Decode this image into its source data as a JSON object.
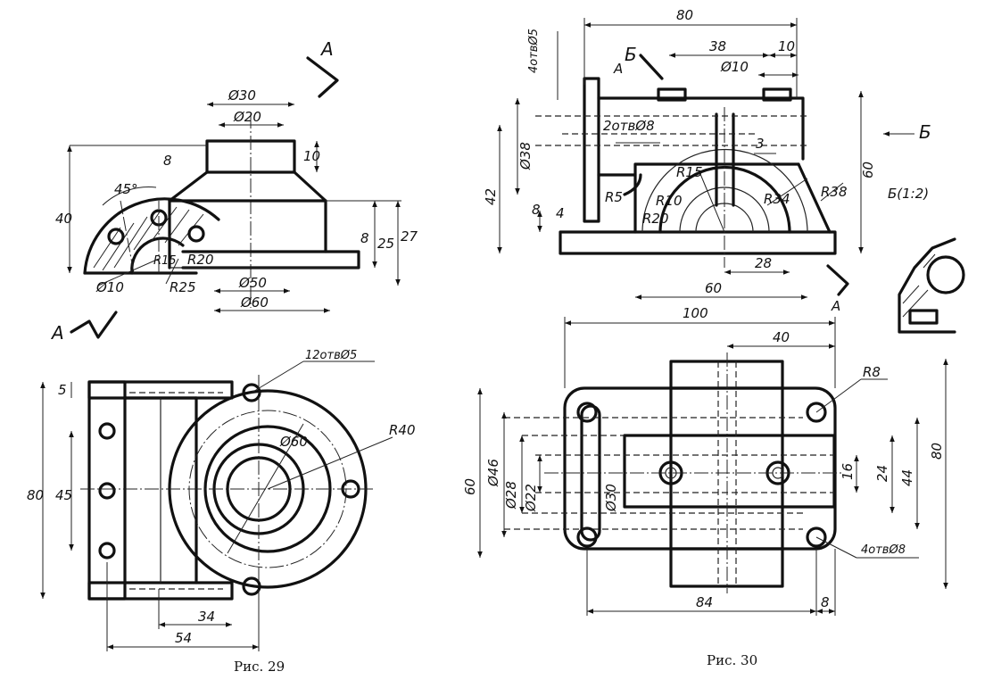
{
  "fig29": {
    "caption": "Рис. 29",
    "section_marks": {
      "top": "А",
      "mid": "А"
    },
    "front_view_dims": {
      "d_outer_top": "Ø30",
      "d_inner_top": "Ø20",
      "boss_h": "8",
      "h_10": "10",
      "total_h": "40",
      "angle": "45°",
      "d_hole": "Ø10",
      "r_25": "R25",
      "r_20": "R20",
      "r_15": "R15",
      "base_8": "8",
      "h_25": "25",
      "h_27": "27",
      "d_50": "Ø50",
      "d_60": "Ø60"
    },
    "plan_view_dims": {
      "holes": "12отвØ5",
      "r_40": "R40",
      "d_60": "Ø60",
      "w_80": "80",
      "w_45": "45",
      "w_5": "5",
      "l_34": "34",
      "l_54": "54"
    }
  },
  "fig30": {
    "caption": "Рис. 30",
    "section_marks": {
      "b_top": "Б",
      "a_top": "А",
      "b_side": "Б",
      "a_bottom": "А",
      "view_b": "Б(1:2)"
    },
    "front_view_dims": {
      "len_80": "80",
      "len_38": "38",
      "len_10": "10",
      "holes_top": "4отвØ5",
      "d_10": "Ø10",
      "holes_side": "2отвØ8",
      "d_38": "Ø38",
      "h_42": "42",
      "h_60": "60",
      "h_8": "8",
      "h_4": "4",
      "h_3": "3",
      "r_5": "R5",
      "r_15": "R15",
      "r_10": "R10",
      "r_20": "R20",
      "r_34": "R34",
      "r_38": "R38",
      "len_28": "28",
      "len_60": "60"
    },
    "plan_view_dims": {
      "len_100": "100",
      "len_40": "40",
      "r_8": "R8",
      "d_46": "Ø46",
      "d_28": "Ø28",
      "d_22": "Ø22",
      "d_30": "Ø30",
      "w_60": "60",
      "w_80": "80",
      "w_44": "44",
      "w_24": "24",
      "w_16": "16",
      "holes": "4отвØ8",
      "len_84": "84",
      "len_8": "8"
    }
  }
}
